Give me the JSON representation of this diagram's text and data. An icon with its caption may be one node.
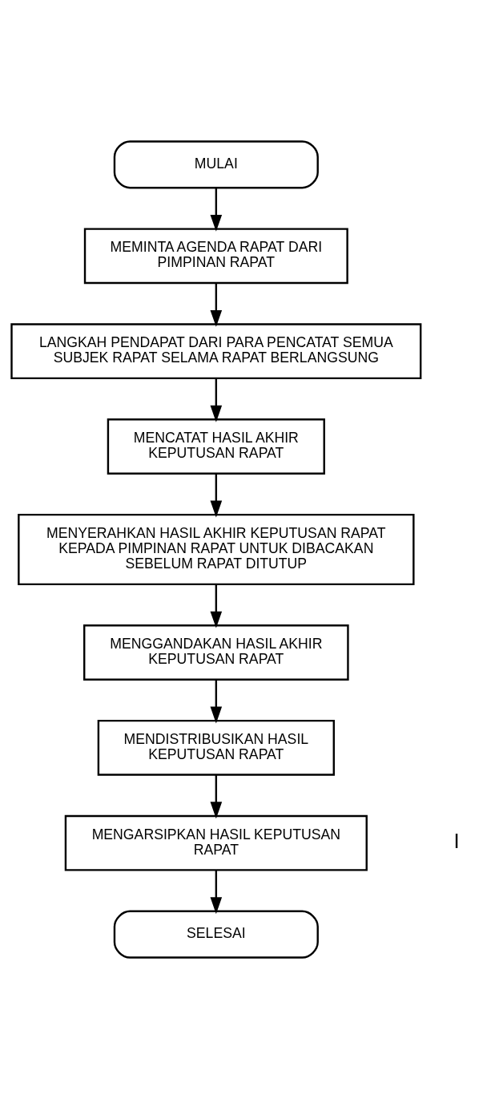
{
  "diagram": {
    "nodes": [
      {
        "text": [
          "MULAI"
        ]
      },
      {
        "text": [
          "MEMINTA AGENDA RAPAT DARI PIMPINAN RAPAT"
        ]
      },
      {
        "text": [
          "LANGKAH PENDAPAT DARI PARA PENCATAT SEMUA SUBJEK RAPAT SELAMA RAPAT BERLANGSUNG"
        ]
      },
      {
        "text": [
          "MENCATAT HASIL AKHIR KEPUTUSAN RAPAT"
        ]
      },
      {
        "text": [
          "MENYERAHKAN HASIL AKHIR KEPUTUSAN RAPAT KEPADA PIMPINAN RAPAT UNTUK DIBACAKAN SEBELUM RAPAT DITUTUP"
        ]
      },
      {
        "text": [
          "MENGGANDAKAN HASIL AKHIR KEPUTUSAN RAPAT"
        ]
      },
      {
        "text": [
          "MENDISTRIBUSIKAN HASIL KEPUTUSAN RAPAT"
        ]
      },
      {
        "text": [
          "MENGARSIPKAN HASIL KEPUTUSAN RAPAT"
        ]
      },
      {
        "text": [
          "SELESAI"
        ]
      }
    ],
    "edges": [
      {
        "from": 0,
        "to": 1,
        "arrow": "to"
      },
      {
        "from": 1,
        "to": 2,
        "arrow": "to"
      },
      {
        "from": 2,
        "to": 3,
        "arrow": "to"
      },
      {
        "from": 3,
        "to": 4,
        "arrow": "to"
      },
      {
        "from": 4,
        "to": 5,
        "arrow": "to"
      },
      {
        "from": 5,
        "to": 6,
        "arrow": "to"
      },
      {
        "from": 6,
        "to": 7,
        "arrow": "to"
      },
      {
        "from": 7,
        "to": 8,
        "arrow": "to"
      }
    ],
    "labels": [
      "I"
    ]
  }
}
